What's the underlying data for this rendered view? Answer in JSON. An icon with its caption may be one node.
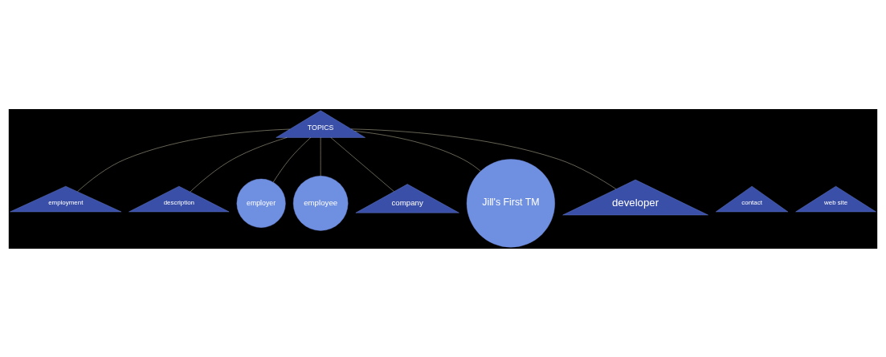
{
  "diagram": {
    "nodes": [
      {
        "text": [
          "TOPICS"
        ]
      },
      {
        "text": [
          "employment"
        ]
      },
      {
        "text": [
          "contact"
        ]
      },
      {
        "text": [
          "web site"
        ]
      },
      {
        "text": [
          "description"
        ]
      },
      {
        "text": [
          "employer"
        ]
      },
      {
        "text": [
          "employee"
        ]
      },
      {
        "text": [
          "company"
        ]
      },
      {
        "text": [
          "Jill's First TM"
        ]
      },
      {
        "text": [
          "developer"
        ]
      }
    ],
    "edges": [
      {
        "from": 0,
        "to": 1,
        "arrow": "none"
      },
      {
        "from": 0,
        "to": 5,
        "arrow": "none"
      },
      {
        "from": 0,
        "to": 6,
        "arrow": "none"
      },
      {
        "from": 0,
        "to": 8,
        "arrow": "none"
      },
      {
        "from": 0,
        "to": 9,
        "arrow": "none"
      },
      {
        "from": 0,
        "to": 4,
        "arrow": "none"
      },
      {
        "from": 0,
        "to": 7,
        "arrow": "none"
      }
    ]
  }
}
